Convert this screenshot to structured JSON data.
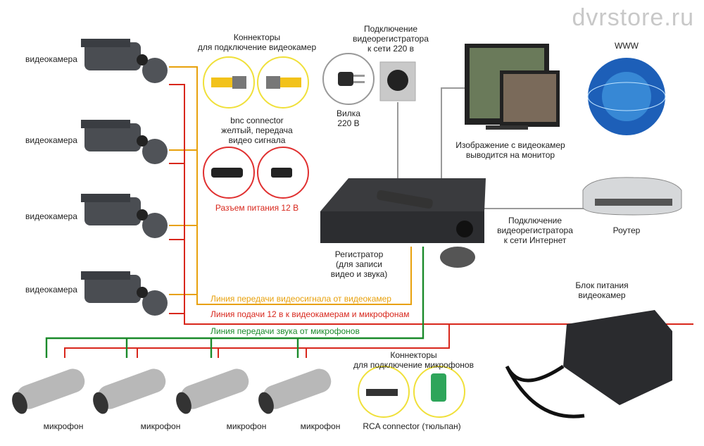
{
  "brand": "dvrstore.ru",
  "cameras": {
    "label": "видеокамера",
    "count": 4
  },
  "bnc": {
    "title_line1": "Коннекторы",
    "title_line2": "для подключение видеокамер",
    "caption_line1": "bnc connector",
    "caption_line2": "желтый, передача",
    "caption_line3": "видео сигнала"
  },
  "power_connector": {
    "label": "Разъем питания 12 В"
  },
  "mains": {
    "title_line1": "Подключение",
    "title_line2": "видеорегистратора",
    "title_line3": "к сети 220 в",
    "plug_line1": "Вилка",
    "plug_line2": "220 В"
  },
  "monitor": {
    "caption_line1": "Изображение с видеокамер",
    "caption_line2": "выводится на монитор"
  },
  "www": {
    "label": "WWW"
  },
  "router": {
    "label": "Роутер"
  },
  "internet": {
    "line1": "Подключение",
    "line2": "видеорегистратора",
    "line3": "к сети Интернет"
  },
  "dvr": {
    "line1": "Регистратор",
    "line2": "(для записи",
    "line3": "видео и звука)"
  },
  "psu": {
    "line1": "Блок питания",
    "line2": "видеокамер"
  },
  "lines": {
    "video": "Линия передачи видеосигнала от видеокамер",
    "power": "Линия подачи 12 в к видеокамерам и микрофонам",
    "audio": "Линия передачи звука от микрофонов"
  },
  "rca": {
    "title_line1": "Коннекторы",
    "title_line2": "для подключение микрофонов",
    "caption": "RCA connector (тюльпан)"
  },
  "microphones": {
    "label": "микрофон",
    "count": 4
  },
  "colors": {
    "video": "#e8a10c",
    "power": "#d8271c",
    "audio": "#1a8a2a",
    "gray": "#9a9a9a"
  }
}
